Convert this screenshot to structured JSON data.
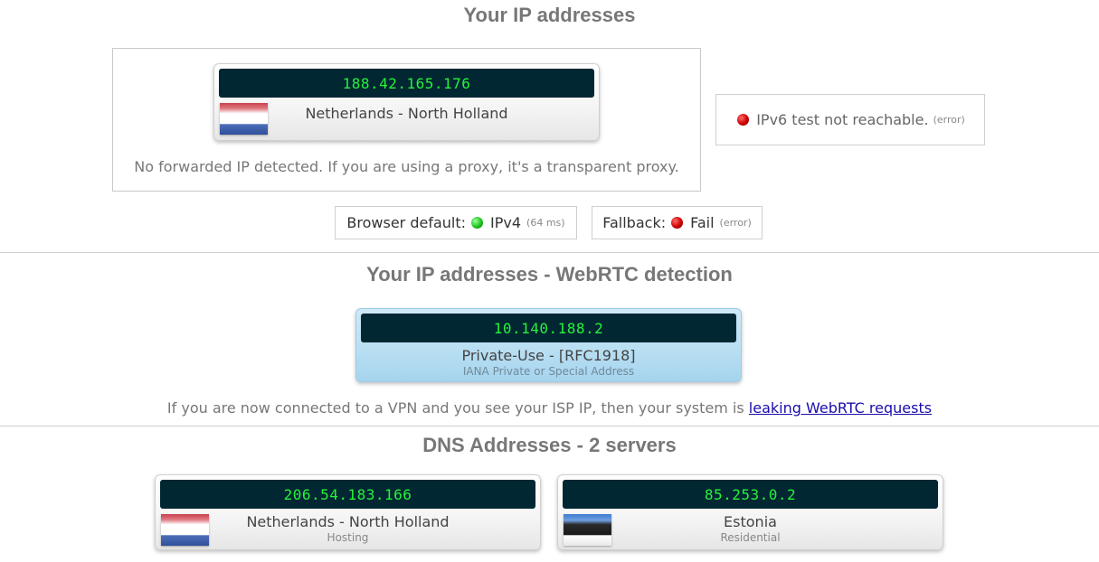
{
  "ip_section": {
    "title": "Your IP addresses",
    "ipv4_card": {
      "ip": "188.42.165.176",
      "flag_icon": "netherlands-flag-icon",
      "location": "Netherlands - North Holland"
    },
    "forwarded_note": "No forwarded IP detected. If you are using a proxy, it's a transparent proxy.",
    "ipv6": {
      "text": "IPv6 test not reachable.",
      "tag": "(error)"
    },
    "browser_default": {
      "label": "Browser default:",
      "protocol": "IPv4",
      "time": "(64 ms)"
    },
    "fallback": {
      "label": "Fallback:",
      "status": "Fail",
      "tag": "(error)"
    }
  },
  "webrtc_section": {
    "title": "Your IP addresses - WebRTC detection",
    "card": {
      "ip": "10.140.188.2",
      "label": "Private-Use - [RFC1918]",
      "sub": "IANA Private or Special Address"
    },
    "note_prefix": "If you are now connected to a VPN and you see your ISP IP, then your system is",
    "note_link": "leaking WebRTC requests"
  },
  "dns_section": {
    "title": "DNS Addresses - 2 servers",
    "servers": [
      {
        "ip": "206.54.183.166",
        "flag_icon": "netherlands-flag-icon",
        "location": "Netherlands - North Holland",
        "type": "Hosting"
      },
      {
        "ip": "85.253.0.2",
        "flag_icon": "estonia-flag-icon",
        "location": "Estonia",
        "type": "Residential"
      }
    ]
  },
  "colors": {
    "ip_bar_bg": "#012733",
    "ip_text": "#27f23a",
    "status_red": "#cc0000",
    "status_green": "#1ec41e",
    "webrtc_card": "#b7def2"
  }
}
